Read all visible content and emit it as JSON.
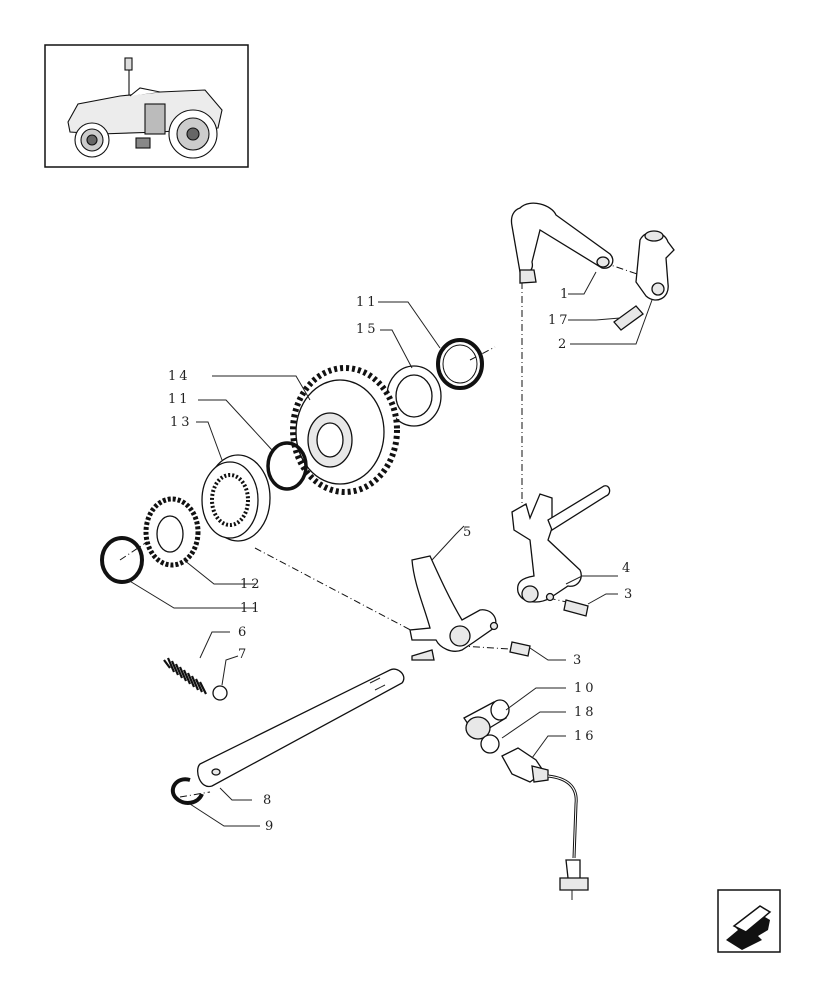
{
  "parts": [
    {
      "id": "p1",
      "label": "1"
    },
    {
      "id": "p2",
      "label": "2"
    },
    {
      "id": "p3a",
      "label": "3"
    },
    {
      "id": "p3b",
      "label": "3"
    },
    {
      "id": "p4",
      "label": "4"
    },
    {
      "id": "p5",
      "label": "5"
    },
    {
      "id": "p6",
      "label": "6"
    },
    {
      "id": "p7",
      "label": "7"
    },
    {
      "id": "p8",
      "label": "8"
    },
    {
      "id": "p9",
      "label": "9"
    },
    {
      "id": "p10",
      "label": "10"
    },
    {
      "id": "p11a",
      "label": "11"
    },
    {
      "id": "p11b",
      "label": "11"
    },
    {
      "id": "p11c",
      "label": "11"
    },
    {
      "id": "p12",
      "label": "12"
    },
    {
      "id": "p13",
      "label": "13"
    },
    {
      "id": "p14",
      "label": "14"
    },
    {
      "id": "p15",
      "label": "15"
    },
    {
      "id": "p16",
      "label": "16"
    },
    {
      "id": "p17",
      "label": "17"
    },
    {
      "id": "p18",
      "label": "18"
    }
  ],
  "thumbnail_icon": "tractor-icon",
  "nav_icon": "back-arrow-icon"
}
